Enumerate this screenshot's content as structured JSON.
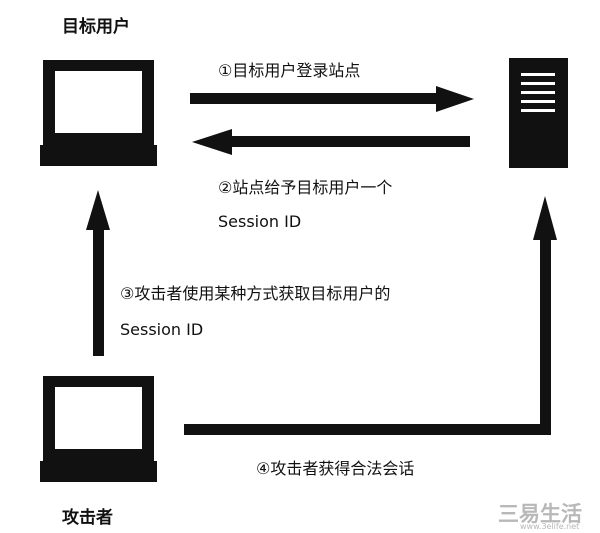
{
  "nodes": {
    "victim_label": "目标用户",
    "attacker_label": "攻击者"
  },
  "steps": {
    "step1": "①目标用户登录站点",
    "step2_line1": "②站点给予目标用户一个",
    "step2_line2": "Session ID",
    "step3_line1": "③攻击者使用某种方式获取目标用户的",
    "step3_line2": "Session ID",
    "step4": "④攻击者获得合法会话"
  },
  "watermark": {
    "text": "三易生活",
    "url": "www.3elife.net"
  },
  "colors": {
    "ink": "#111111",
    "screen": "#ffffff",
    "background": "#ffffff",
    "watermark": "#b8b8b8"
  }
}
